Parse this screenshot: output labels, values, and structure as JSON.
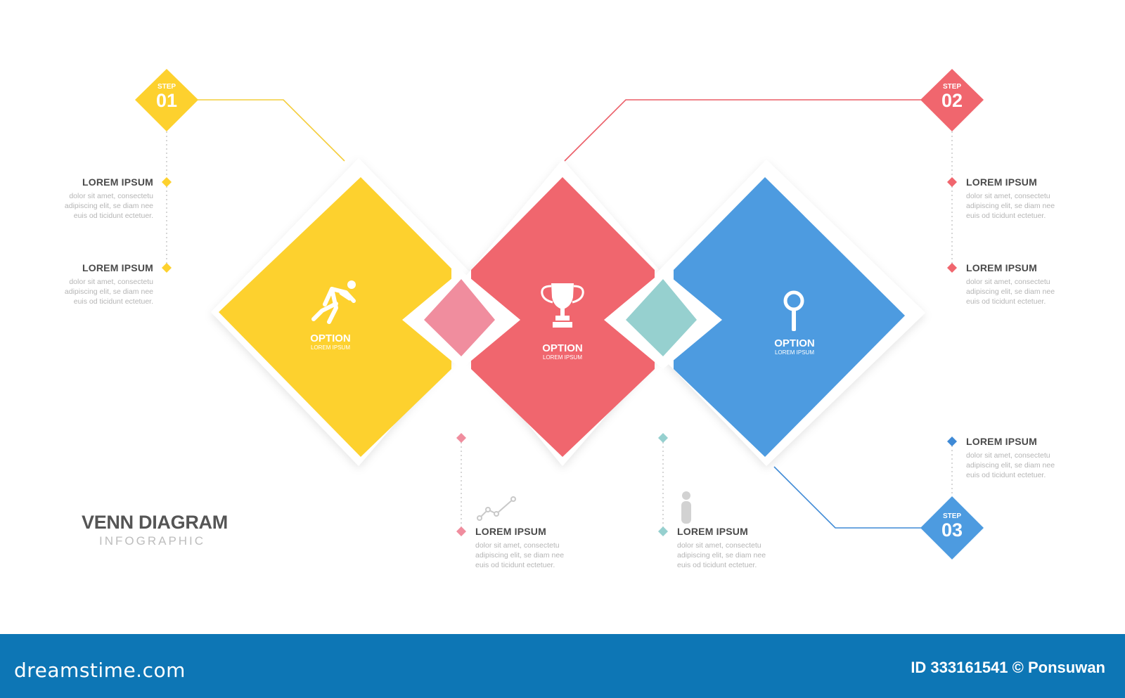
{
  "title": {
    "main": "VENN DIAGRAM",
    "sub": "INFOGRAPHIC"
  },
  "colors": {
    "yellow": "#fdd12e",
    "red": "#f0666e",
    "blue": "#4d9be0",
    "pink_overlap": "#f08d9e",
    "teal_overlap": "#96d0cf",
    "line_yellow": "#f4cd3c",
    "line_red": "#eb5d67",
    "line_blue": "#3f8ad6"
  },
  "steps": [
    {
      "label": "STEP",
      "number": "01"
    },
    {
      "label": "STEP",
      "number": "02"
    },
    {
      "label": "STEP",
      "number": "03"
    }
  ],
  "options": [
    {
      "title": "OPTION",
      "subtitle": "LOREM IPSUM",
      "icon": "runner-icon"
    },
    {
      "title": "OPTION",
      "subtitle": "LOREM IPSUM",
      "icon": "trophy-icon"
    },
    {
      "title": "OPTION",
      "subtitle": "LOREM IPSUM",
      "icon": "magnifier-icon"
    }
  ],
  "items": [
    {
      "title": "LOREM IPSUM",
      "desc": "dolor sit amet, consectetu adipiscing elit, se diam nee euis od ticidunt ectetuer."
    },
    {
      "title": "LOREM IPSUM",
      "desc": "dolor sit amet, consectetu adipiscing elit, se diam nee euis od ticidunt ectetuer."
    },
    {
      "title": "LOREM IPSUM",
      "desc": "dolor sit amet, consectetu adipiscing elit, se diam nee euis od ticidunt ectetuer."
    },
    {
      "title": "LOREM IPSUM",
      "desc": "dolor sit amet, consectetu adipiscing elit, se diam nee euis od ticidunt ectetuer."
    },
    {
      "title": "LOREM IPSUM",
      "desc": "dolor sit amet, consectetu adipiscing elit, se diam nee euis od ticidunt ectetuer."
    },
    {
      "title": "LOREM IPSUM",
      "desc": "dolor sit amet, consectetu adipiscing elit, se diam nee euis od ticidunt ectetuer."
    },
    {
      "title": "LOREM IPSUM",
      "desc": "dolor sit amet, consectetu adipiscing elit, se diam nee euis od ticidunt ectetuer."
    }
  ],
  "footer": {
    "logo": "dreamstime.com",
    "id_text": "ID 333161541 © Ponsuwan"
  }
}
